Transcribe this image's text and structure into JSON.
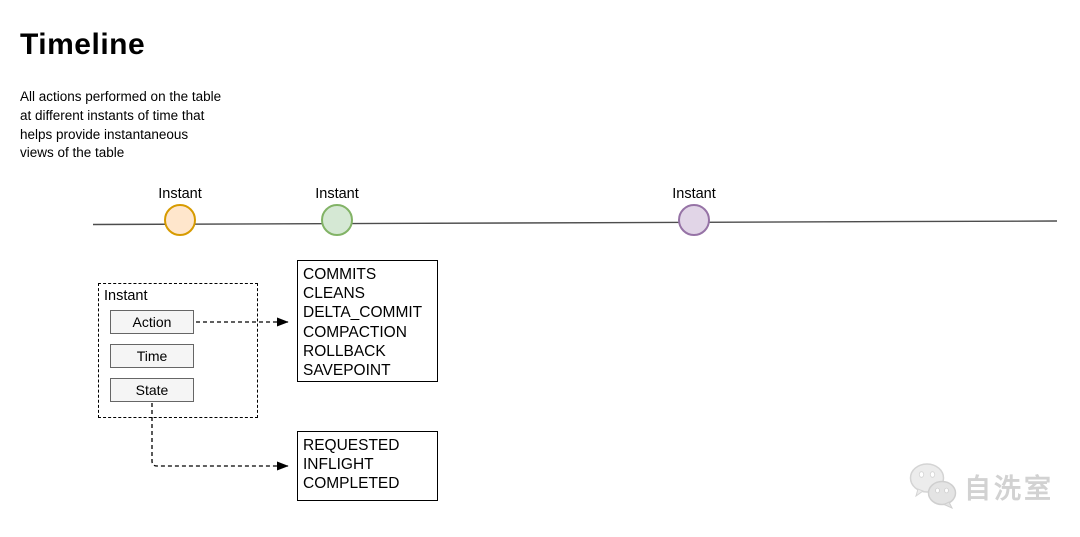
{
  "header": {
    "title": "Timeline",
    "description": "All actions performed on the table\nat different instants of time that\nhelps provide instantaneous\nviews of the table"
  },
  "timeline": {
    "instants": [
      {
        "label": "Instant",
        "fill": "#ffe6cc",
        "stroke": "#d79b00"
      },
      {
        "label": "Instant",
        "fill": "#d5e8d4",
        "stroke": "#82b366"
      },
      {
        "label": "Instant",
        "fill": "#e1d5e7",
        "stroke": "#9673a6"
      }
    ],
    "axis_color": "#4d4d4d"
  },
  "instant_detail": {
    "label": "Instant",
    "fields": [
      "Action",
      "Time",
      "State"
    ]
  },
  "action_types": {
    "items": [
      "COMMITS",
      "CLEANS",
      "DELTA_COMMIT",
      "COMPACTION",
      "ROLLBACK",
      "SAVEPOINT"
    ]
  },
  "state_types": {
    "items": [
      "REQUESTED",
      "INFLIGHT",
      "COMPLETED"
    ]
  },
  "watermark": {
    "icon": "wechat-logo",
    "text": "自洗室",
    "color": "#d2d2d2"
  }
}
